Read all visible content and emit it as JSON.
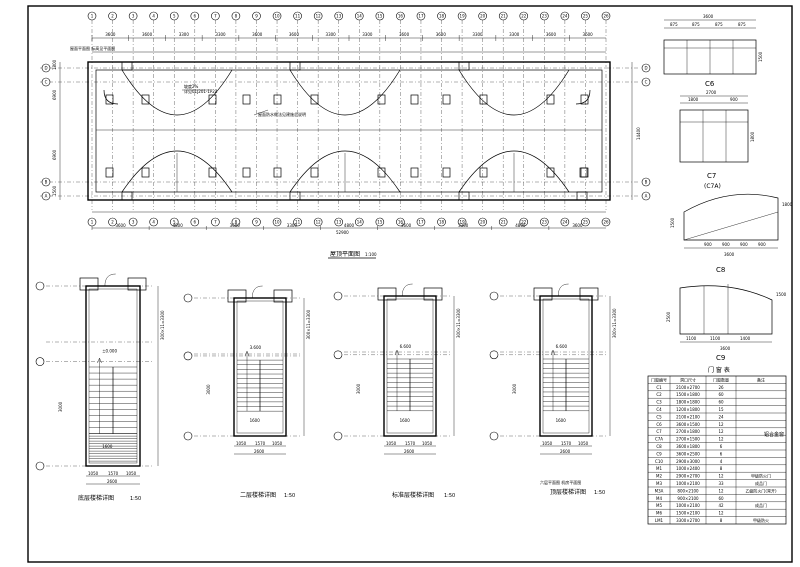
{
  "titles": {
    "roof_plan": "屋顶平面图",
    "roof_plan_scale": "1:100",
    "stair_1": "底层楼梯详图",
    "stair_2": "二层楼梯详图",
    "stair_3": "标准层楼梯详图",
    "stair_4": "顶层楼梯详图",
    "stair_scale": "1:50",
    "c6": "C6",
    "c7": "C7",
    "c7a": "(C7A)",
    "c8": "C8",
    "c9": "C9",
    "door_window_table": "门 窗 表"
  },
  "roof_plan": {
    "axes_top": [
      "1",
      "2",
      "3",
      "4",
      "5",
      "6",
      "7",
      "8",
      "9",
      "10",
      "11",
      "12",
      "13",
      "14",
      "15",
      "16",
      "17",
      "18",
      "19",
      "20",
      "21",
      "22",
      "23",
      "24",
      "25",
      "26"
    ],
    "axes_left": [
      "A",
      "B",
      "C",
      "D"
    ],
    "dims_top": [
      "3600",
      "3600",
      "3300",
      "3300",
      "3600",
      "3600",
      "3300",
      "3300",
      "3600",
      "3600",
      "3300",
      "3300",
      "3600",
      "3600"
    ],
    "dims_bottom": [
      "3600",
      "4800",
      "3600",
      "3300",
      "4800",
      "3600",
      "3300",
      "4800",
      "3600"
    ],
    "total_dim": "52900",
    "left_dims": [
      "1800",
      "6900",
      "6900",
      "1500"
    ],
    "right_dims": [
      "14400"
    ],
    "side_note": "屋面平面图 标高见平面图",
    "note_1": "坡度2%",
    "note_2": "详见01J201-1P24",
    "note_3": "屋面防水做法见建施总说明"
  },
  "stairs": {
    "dims_bottom": [
      "1050",
      "1570",
      "1050"
    ],
    "width_total": "2600",
    "elev_1": "±0.000",
    "elev_2": "3.600",
    "elev_3": "6.600",
    "run_dim_1": "3000",
    "run_dim_2": "5600",
    "height_label": "1600",
    "landing_label": "300×11=3300",
    "roof_label": "六层平面图 机房平面图"
  },
  "windows": {
    "c6_width": "3600",
    "c6_parts": [
      "875",
      "875",
      "875",
      "875"
    ],
    "c6_height": "1500",
    "c7_width": "2700",
    "c7_parts": [
      "1800",
      "900"
    ],
    "c7_height": "1800",
    "c8_width": "3600",
    "c8_parts": [
      "900",
      "900",
      "900",
      "900"
    ],
    "c8_heights": [
      "1500",
      "1800"
    ],
    "c8_dim": "1800",
    "c9_width": "3600",
    "c9_parts": [
      "1100",
      "1100",
      "1400"
    ],
    "c9_heights": [
      "2500",
      "1500"
    ]
  },
  "table": {
    "headers": [
      "门窗编号",
      "洞口尺寸",
      "门窗数量",
      "备注"
    ],
    "rows": [
      [
        "C1",
        "2100×2700",
        "26",
        ""
      ],
      [
        "C2",
        "1500×1800",
        "60",
        ""
      ],
      [
        "C3",
        "1800×1800",
        "60",
        ""
      ],
      [
        "C4",
        "1200×1800",
        "15",
        ""
      ],
      [
        "C5",
        "2100×2100",
        "24",
        ""
      ],
      [
        "C6",
        "3600×1500",
        "12",
        ""
      ],
      [
        "C7",
        "2700×1800",
        "12",
        ""
      ],
      [
        "C7A",
        "2700×1500",
        "12",
        ""
      ],
      [
        "C8",
        "3600×1800",
        "6",
        ""
      ],
      [
        "C9",
        "3600×2500",
        "6",
        ""
      ],
      [
        "C10",
        "2900×3000",
        "4",
        ""
      ],
      [
        "M1",
        "1000×2400",
        "8",
        ""
      ],
      [
        "M2",
        "2900×2700",
        "12",
        "甲级防火门"
      ],
      [
        "M3",
        "1000×2100",
        "33",
        "成品门"
      ],
      [
        "M3A",
        "800×2100",
        "12",
        "乙级防火门(常开)"
      ],
      [
        "M4",
        "900×2100",
        "60",
        ""
      ],
      [
        "M5",
        "1000×2100",
        "42",
        "成品门"
      ],
      [
        "M6",
        "1500×2100",
        "12",
        ""
      ],
      [
        "LM1",
        "3300×2700",
        "8",
        "甲级防火"
      ]
    ],
    "side_note": "铝合金窗"
  }
}
